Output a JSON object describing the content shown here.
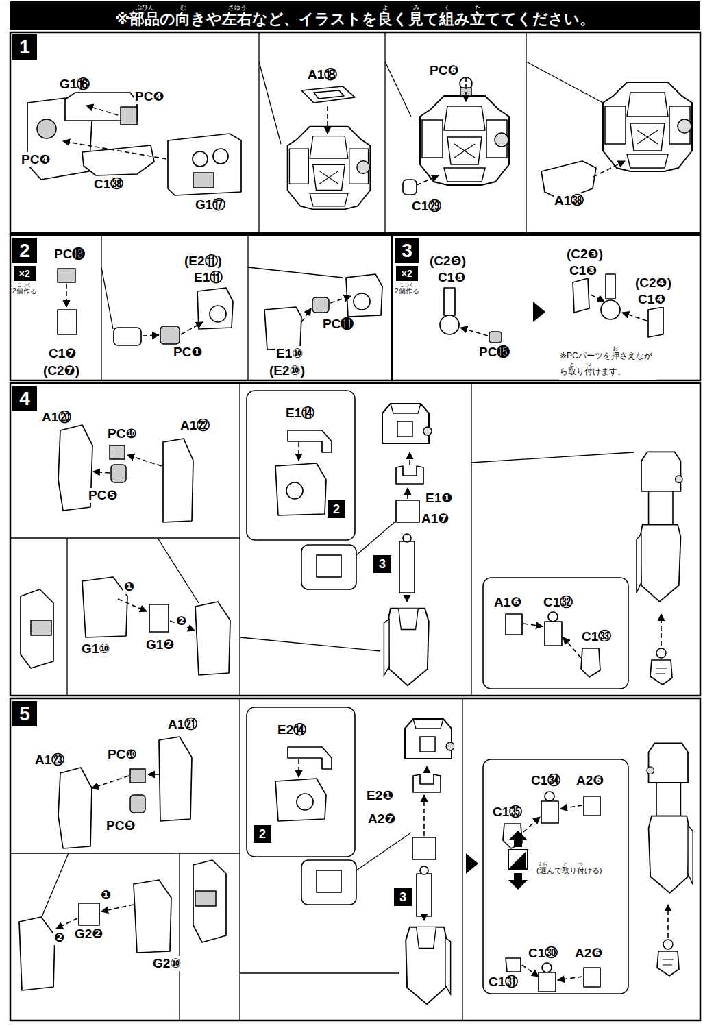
{
  "diagram": {
    "title": "※部品の向きや左右など、イラストを良く見て組み立ててください。",
    "nodes": [
      {
        "text": [
          "1"
        ]
      },
      {
        "text": [
          "2"
        ]
      },
      {
        "text": [
          "×2",
          "2個作る"
        ]
      },
      {
        "text": [
          "3"
        ]
      },
      {
        "text": [
          "×2",
          "2個作る"
        ]
      },
      {
        "text": [
          "4"
        ]
      },
      {
        "text": [
          "2"
        ]
      },
      {
        "text": [
          "3"
        ]
      },
      {
        "text": [
          "5"
        ]
      },
      {
        "text": [
          "2"
        ]
      },
      {
        "text": [
          "3"
        ]
      }
    ],
    "labels": [
      "ぶひん",
      "む",
      "さゆう",
      "よ",
      "み",
      "く",
      "た",
      "G1⑯",
      "PC❹",
      "PC❹",
      "C1㊳",
      "G1⑰",
      "A1⑱",
      "PC❻",
      "C1㉙",
      "A1㊳",
      "こ",
      "つく",
      "PC⓭",
      "C1❼",
      "(C2❼)",
      "(E2⑪)",
      "E1⑪",
      "PC❶",
      "PC⓫",
      "E1⑩",
      "(E2⑩)",
      "こ",
      "つく",
      "(C2❺)",
      "C1❺",
      "PC⓯",
      "(C2❸)",
      "C1❸",
      "(C2❹)",
      "C1❹",
      "※PCパーツを押さえながら取り付けます。",
      "お",
      "と",
      "つ",
      "A1⑳",
      "PC❿",
      "A1㉒",
      "PC❺",
      "G1⑩",
      "❶",
      "G1❷",
      "❷",
      "E1⑭",
      "E1❶",
      "A1❼",
      "A1❻",
      "C1㉜",
      "C1㉝",
      "A1㉑",
      "A1㉓",
      "PC❿",
      "PC❺",
      "❶",
      "❷",
      "G2❷",
      "G2⑩",
      "E2⑭",
      "E2❶",
      "A2❼",
      "C1㉞",
      "A2❻",
      "C1㉟",
      "(選んで取り付ける)",
      "えら",
      "と",
      "つ",
      "C1㉚",
      "A2❻",
      "C1㉛"
    ]
  }
}
